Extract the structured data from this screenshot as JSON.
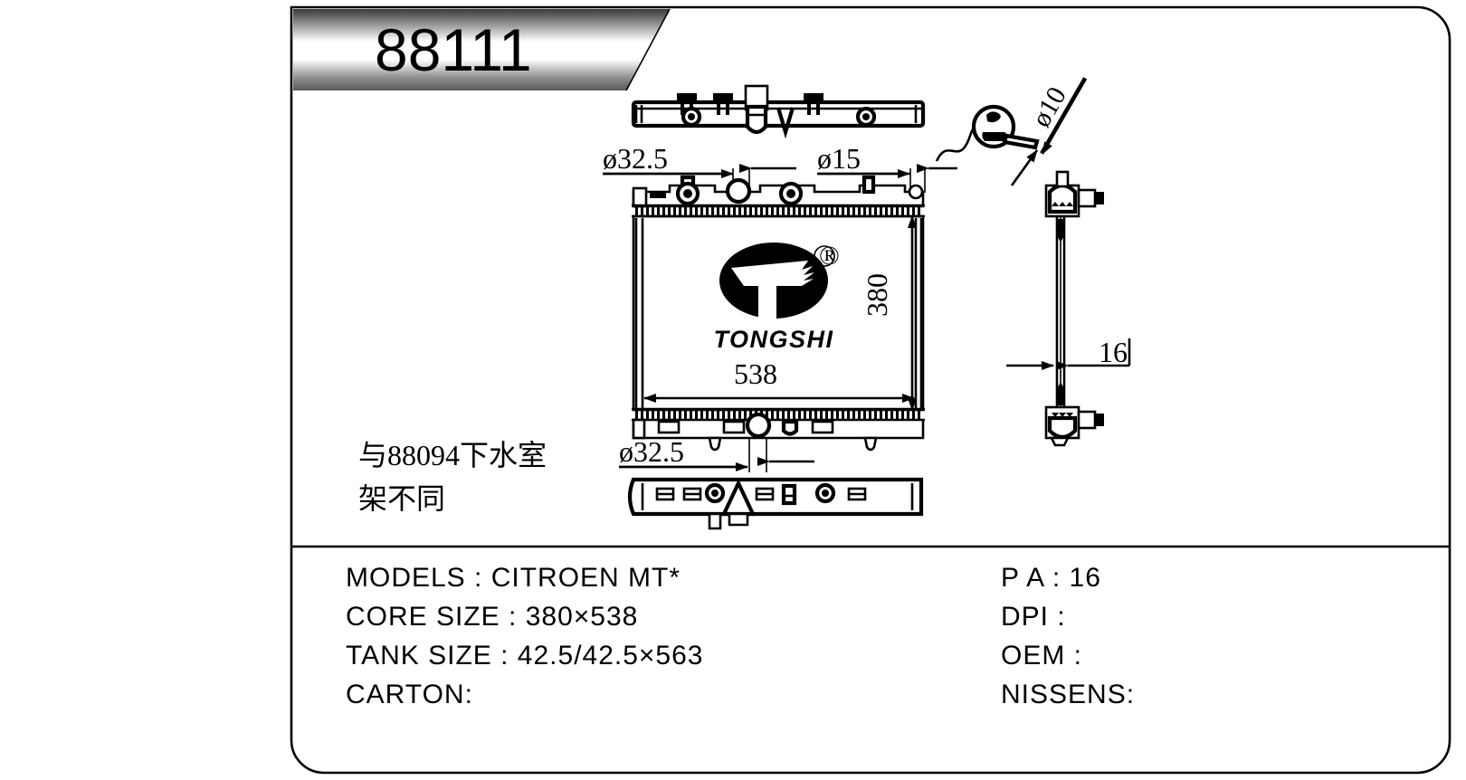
{
  "sheet": {
    "title": "88111",
    "note_cn_line1": "与88094下水室",
    "note_cn_line2": "架不同",
    "frame_color": "#000000",
    "background": "#ffffff"
  },
  "brand": {
    "name": "TONGSHI",
    "registered_mark": "®",
    "logo_color": "#000000"
  },
  "dimensions": {
    "top_inlet": "ø32.5",
    "top_outlet": "ø15",
    "detail_bubble": "ø10",
    "core_height": "380",
    "core_width": "538",
    "side_thickness": "16",
    "bottom_inlet": "ø32.5"
  },
  "specs_left": [
    {
      "label": "MODELS",
      "sep": ":",
      "value": "CITROEN MT*"
    },
    {
      "label": "CORE SIZE",
      "sep": ":",
      "value": "380×538"
    },
    {
      "label": "TANK SIZE",
      "sep": ":",
      "value": "42.5/42.5×563"
    },
    {
      "label": "CARTON:",
      "sep": "",
      "value": ""
    }
  ],
  "specs_right": [
    {
      "label": "P A",
      "sep": ":",
      "value": "16"
    },
    {
      "label": "DPI",
      "sep": ":",
      "value": ""
    },
    {
      "label": "OEM",
      "sep": ":",
      "value": ""
    },
    {
      "label": "NISSENS:",
      "sep": "",
      "value": ""
    }
  ],
  "spec_lines": {
    "l0": "MODELS  :  CITROEN MT*",
    "l1": "CORE SIZE  :  380×538",
    "l2": "TANK SIZE  :  42.5/42.5×563",
    "l3": "CARTON:",
    "r0": "P A  :  16",
    "r1": "DPI   :",
    "r2": "OEM   :",
    "r3": "NISSENS:"
  }
}
